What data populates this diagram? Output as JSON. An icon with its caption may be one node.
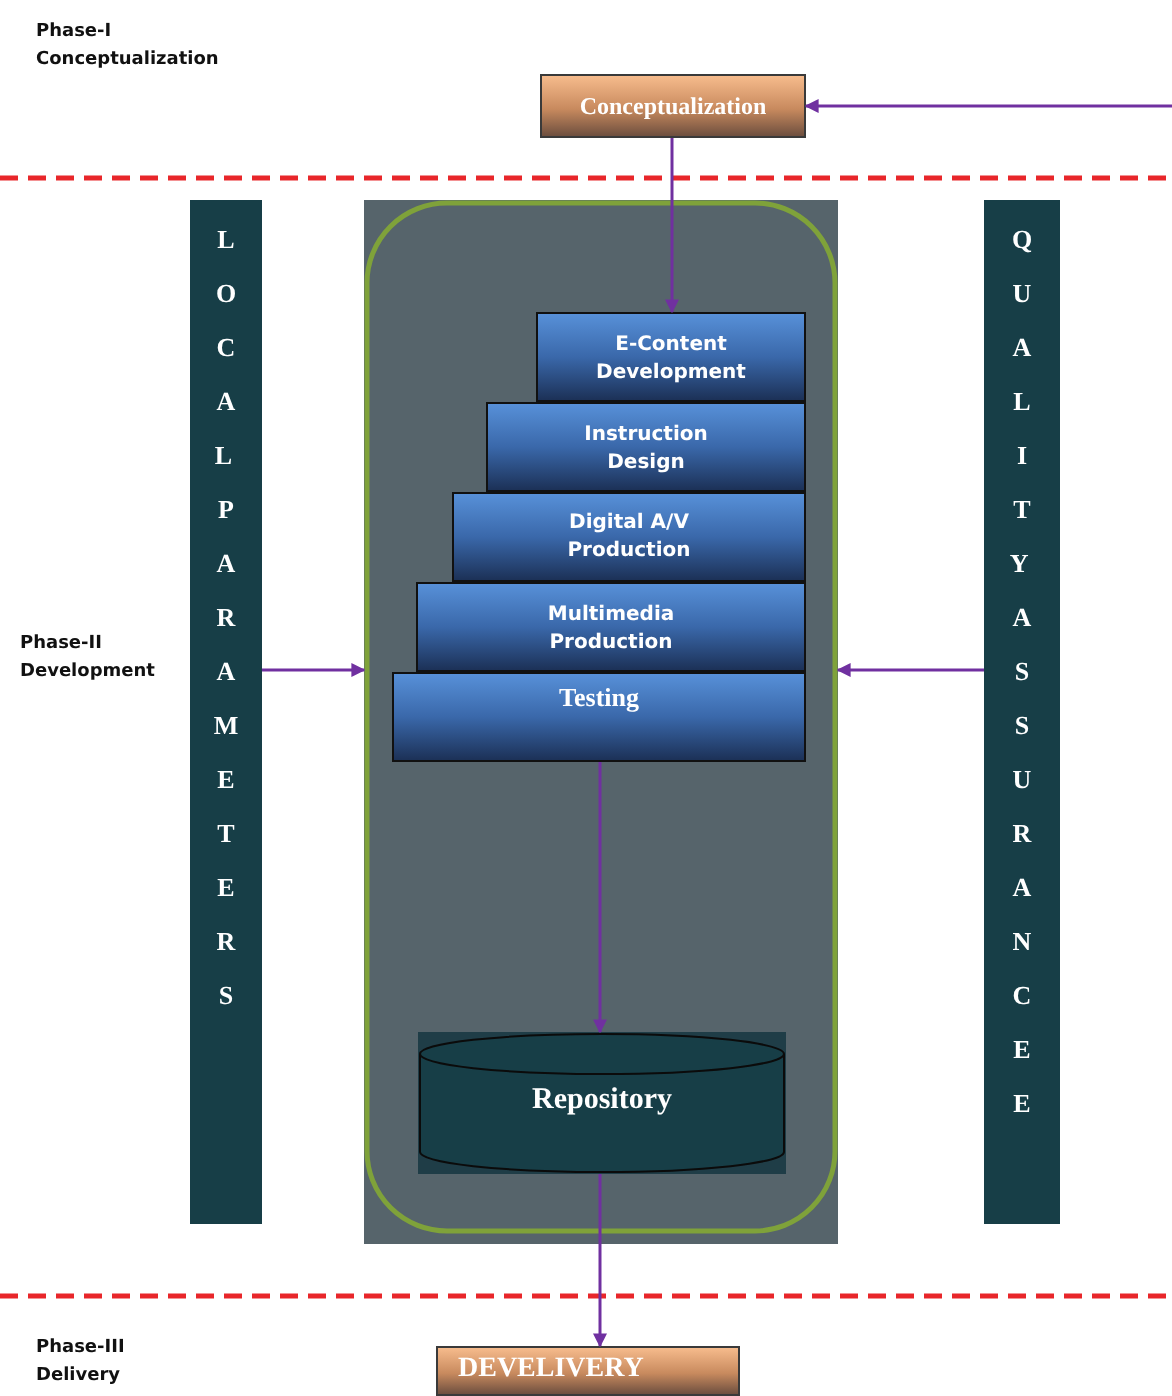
{
  "diagram": {
    "nodes": [
      {
        "text": [
          "Conceptualization"
        ]
      },
      {
        "text": [],
        "shape": "box"
      },
      {
        "text": [
          "E-Content Development"
        ],
        "in": 1
      },
      {
        "text": [
          "Instruction Design"
        ],
        "in": 1
      },
      {
        "text": [
          "Digital A/V Production"
        ],
        "in": 1
      },
      {
        "text": [
          "Multimedia Production"
        ],
        "in": 1
      },
      {
        "text": [
          "Testing"
        ],
        "in": 1
      },
      {
        "text": [
          "Repository"
        ],
        "in": 1
      },
      {
        "text": [
          "DEVELIVERY"
        ]
      },
      {
        "text": [
          "LOCAL PARAMETERS"
        ]
      },
      {
        "text": [
          "QUALITY ASSURANCEE"
        ]
      }
    ],
    "edges": [
      {
        "from": null,
        "to": 0,
        "arrow": "to"
      },
      {
        "from": 0,
        "to": 2,
        "arrow": "to"
      },
      {
        "from": 9,
        "to": 1,
        "arrow": "to"
      },
      {
        "from": 10,
        "to": 1,
        "arrow": "to"
      },
      {
        "from": 6,
        "to": 7,
        "arrow": "to"
      },
      {
        "from": 7,
        "to": 8,
        "arrow": "to"
      }
    ],
    "labels": [
      "Phase-I Conceptualization",
      "Phase-II Development",
      "Phase-III Delivery"
    ]
  }
}
